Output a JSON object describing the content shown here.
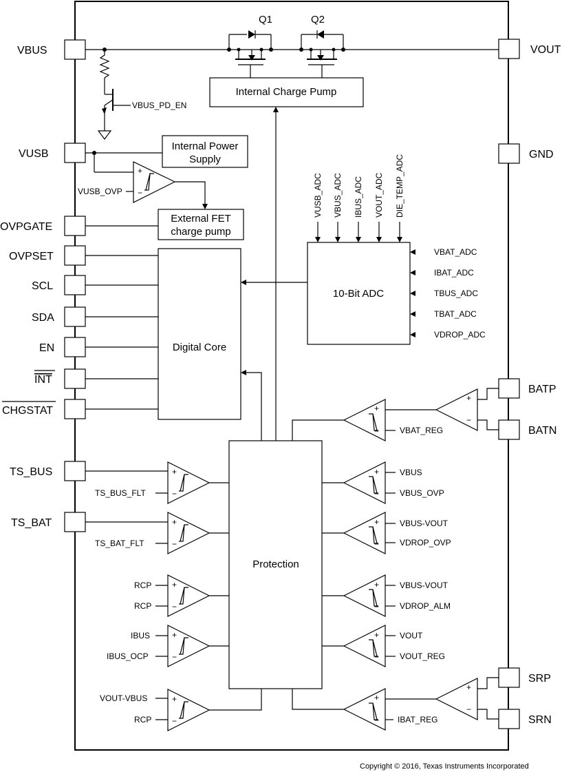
{
  "pins_left": [
    "VBUS",
    "VUSB",
    "OVPGATE",
    "OVPSET",
    "SCL",
    "SDA",
    "EN",
    "INT",
    "CHGSTAT",
    "TS_BUS",
    "TS_BAT"
  ],
  "pins_right": [
    "VOUT",
    "GND",
    "BATP",
    "BATN",
    "SRP",
    "SRN"
  ],
  "transistors": {
    "q1": "Q1",
    "q2": "Q2"
  },
  "blocks": {
    "charge_pump": "Internal Charge Pump",
    "power_supply_1": "Internal Power",
    "power_supply_2": "Supply",
    "ext_fet_1": "External FET",
    "ext_fet_2": "charge pump",
    "adc": "10-Bit ADC",
    "digital_core": "Digital Core",
    "protection": "Protection"
  },
  "signals": {
    "vbus_pd_en": "VBUS_PD_EN",
    "vusb_ovp": "VUSB_OVP",
    "adc_top": [
      "VUSB_ADC",
      "VBUS_ADC",
      "IBUS_ADC",
      "VOUT_ADC",
      "DIE_TEMP_ADC"
    ],
    "adc_right": [
      "VBAT_ADC",
      "IBAT_ADC",
      "TBUS_ADC",
      "TBAT_ADC",
      "VDROP_ADC"
    ],
    "ts_bus_flt": "TS_BUS_FLT",
    "ts_bat_flt": "TS_BAT_FLT",
    "rcp_a": "RCP",
    "rcp_b": "RCP",
    "ibus": "IBUS",
    "ibus_ocp": "IBUS_OCP",
    "vout_vbus": "VOUT-VBUS",
    "rcp_c": "RCP",
    "vbat_reg": "VBAT_REG",
    "vbus": "VBUS",
    "vbus_ovp": "VBUS_OVP",
    "vbus_vout_a": "VBUS-VOUT",
    "vdrop_ovp": "VDROP_OVP",
    "vbus_vout_b": "VBUS-VOUT",
    "vdrop_alm": "VDROP_ALM",
    "vout": "VOUT",
    "vout_reg": "VOUT_REG",
    "ibat_reg": "IBAT_REG"
  },
  "comparator_marks": {
    "plus": "+",
    "minus": "−"
  },
  "copyright": "Copyright © 2016, Texas Instruments Incorporated"
}
